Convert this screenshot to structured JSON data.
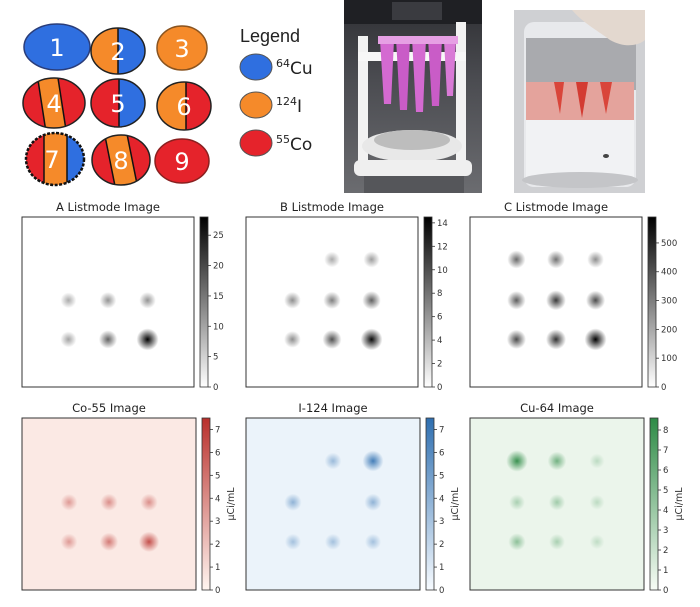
{
  "figure": {
    "vial_numbers": [
      "1",
      "2",
      "3",
      "4",
      "5",
      "6",
      "7",
      "8",
      "9"
    ],
    "legend": {
      "title": "Legend",
      "entries": [
        {
          "mass": "64",
          "element": "Cu",
          "color": "#2f6fe0"
        },
        {
          "mass": "124",
          "element": "I",
          "color": "#f58a2a"
        },
        {
          "mass": "55",
          "element": "Co",
          "color": "#e5232b"
        }
      ]
    },
    "colors": {
      "cu": "#2f6fe0",
      "i": "#f58a2a",
      "co": "#e5232b"
    }
  },
  "chart_data": [
    {
      "type": "heatmap",
      "title": "A Listmode Image",
      "colormap": "gray_r",
      "colorbar": {
        "ticks": [
          0,
          5,
          10,
          15,
          20,
          25
        ],
        "range": [
          0,
          28
        ]
      },
      "spots": [
        {
          "row": 2,
          "col": 1,
          "value": 6
        },
        {
          "row": 2,
          "col": 2,
          "value": 9
        },
        {
          "row": 2,
          "col": 3,
          "value": 9
        },
        {
          "row": 3,
          "col": 1,
          "value": 7
        },
        {
          "row": 3,
          "col": 2,
          "value": 15
        },
        {
          "row": 3,
          "col": 3,
          "value": 28
        }
      ]
    },
    {
      "type": "heatmap",
      "title": "B Listmode Image",
      "colormap": "gray_r",
      "colorbar": {
        "ticks": [
          0,
          2,
          4,
          6,
          8,
          10,
          12,
          14
        ],
        "range": [
          0,
          14.5
        ]
      },
      "spots": [
        {
          "row": 1,
          "col": 2,
          "value": 3
        },
        {
          "row": 1,
          "col": 3,
          "value": 4
        },
        {
          "row": 2,
          "col": 1,
          "value": 5
        },
        {
          "row": 2,
          "col": 2,
          "value": 6
        },
        {
          "row": 2,
          "col": 3,
          "value": 8
        },
        {
          "row": 3,
          "col": 1,
          "value": 5
        },
        {
          "row": 3,
          "col": 2,
          "value": 9
        },
        {
          "row": 3,
          "col": 3,
          "value": 14
        }
      ]
    },
    {
      "type": "heatmap",
      "title": "C Listmode Image",
      "colormap": "gray_r",
      "colorbar": {
        "ticks": [
          0,
          100,
          200,
          300,
          400,
          500
        ],
        "range": [
          0,
          590
        ]
      },
      "spots": [
        {
          "row": 1,
          "col": 1,
          "value": 300
        },
        {
          "row": 1,
          "col": 2,
          "value": 280
        },
        {
          "row": 1,
          "col": 3,
          "value": 200
        },
        {
          "row": 2,
          "col": 1,
          "value": 330
        },
        {
          "row": 2,
          "col": 2,
          "value": 430
        },
        {
          "row": 2,
          "col": 3,
          "value": 380
        },
        {
          "row": 3,
          "col": 1,
          "value": 380
        },
        {
          "row": 3,
          "col": 2,
          "value": 450
        },
        {
          "row": 3,
          "col": 3,
          "value": 590
        }
      ]
    },
    {
      "type": "heatmap",
      "title": "Co-55 Image",
      "colormap": "reds",
      "colorbar_label": "μCi/mL",
      "colorbar": {
        "ticks": [
          0,
          1,
          2,
          3,
          4,
          5,
          6,
          7
        ],
        "range": [
          0,
          7.5
        ]
      },
      "spots": [
        {
          "row": 2,
          "col": 1,
          "value": 2.5
        },
        {
          "row": 2,
          "col": 2,
          "value": 3
        },
        {
          "row": 2,
          "col": 3,
          "value": 3
        },
        {
          "row": 3,
          "col": 1,
          "value": 2.5
        },
        {
          "row": 3,
          "col": 2,
          "value": 4
        },
        {
          "row": 3,
          "col": 3,
          "value": 6
        }
      ]
    },
    {
      "type": "heatmap",
      "title": "I-124 Image",
      "colormap": "blues",
      "colorbar_label": "μCi/mL",
      "colorbar": {
        "ticks": [
          0,
          1,
          2,
          3,
          4,
          5,
          6,
          7
        ],
        "range": [
          0,
          7.5
        ]
      },
      "spots": [
        {
          "row": 1,
          "col": 2,
          "value": 2.5
        },
        {
          "row": 1,
          "col": 3,
          "value": 6.5
        },
        {
          "row": 2,
          "col": 1,
          "value": 3
        },
        {
          "row": 2,
          "col": 3,
          "value": 3
        },
        {
          "row": 3,
          "col": 1,
          "value": 2
        },
        {
          "row": 3,
          "col": 2,
          "value": 2
        },
        {
          "row": 3,
          "col": 3,
          "value": 2
        }
      ]
    },
    {
      "type": "heatmap",
      "title": "Cu-64 Image",
      "colormap": "greens",
      "colorbar_label": "μCi/mL",
      "colorbar": {
        "ticks": [
          0,
          1,
          2,
          3,
          4,
          5,
          6,
          7,
          8
        ],
        "range": [
          0,
          8.6
        ]
      },
      "spots": [
        {
          "row": 1,
          "col": 1,
          "value": 8
        },
        {
          "row": 1,
          "col": 2,
          "value": 5
        },
        {
          "row": 1,
          "col": 3,
          "value": 1
        },
        {
          "row": 2,
          "col": 1,
          "value": 2
        },
        {
          "row": 2,
          "col": 2,
          "value": 2.5
        },
        {
          "row": 2,
          "col": 3,
          "value": 1
        },
        {
          "row": 3,
          "col": 1,
          "value": 3.5
        },
        {
          "row": 3,
          "col": 2,
          "value": 2
        },
        {
          "row": 3,
          "col": 3,
          "value": 0.8
        }
      ]
    }
  ]
}
